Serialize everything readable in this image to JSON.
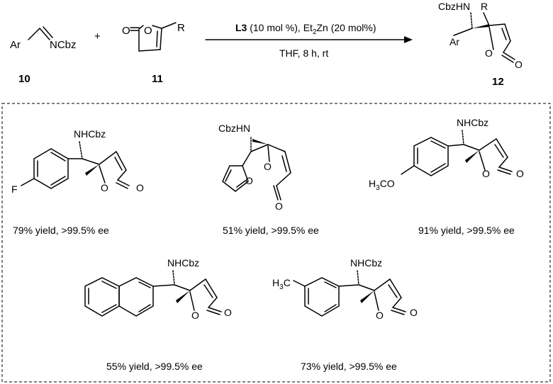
{
  "scheme": {
    "reactant_imine": {
      "ar": "Ar",
      "group": "NCbz",
      "number": "10"
    },
    "plus": "+",
    "reactant_furanone": {
      "o": "O",
      "r": "R",
      "number": "11"
    },
    "conditions": {
      "catalyst": "L3",
      "catalyst_loading": " (10 mol %), Et",
      "sub2": "2",
      "zinc": "Zn (20 mol%)",
      "line2": "THF, 8 h, rt"
    },
    "product": {
      "nh": "CbzHN",
      "r": "R",
      "ar": "Ar",
      "o1": "O",
      "o2": "O",
      "number": "12"
    }
  },
  "examples": [
    {
      "substituent": "F",
      "nh": "NHCbz",
      "o1": "O",
      "o2": "O",
      "yield": "79% yield, >99.5% ee"
    },
    {
      "substituent": "",
      "nh": "CbzHN",
      "o1": "O",
      "o2": "O",
      "o3": "O",
      "yield": "51% yield, >99.5% ee"
    },
    {
      "substituent": "H3CO",
      "nh": "NHCbz",
      "o1": "O",
      "o2": "O",
      "yield": "91% yield, >99.5% ee"
    },
    {
      "substituent": "",
      "nh": "NHCbz",
      "o1": "O",
      "o2": "O",
      "yield": "55% yield, >99.5% ee"
    },
    {
      "substituent": "H3C",
      "nh": "NHCbz",
      "o1": "O",
      "o2": "O",
      "yield": "73% yield, >99.5% ee"
    }
  ]
}
